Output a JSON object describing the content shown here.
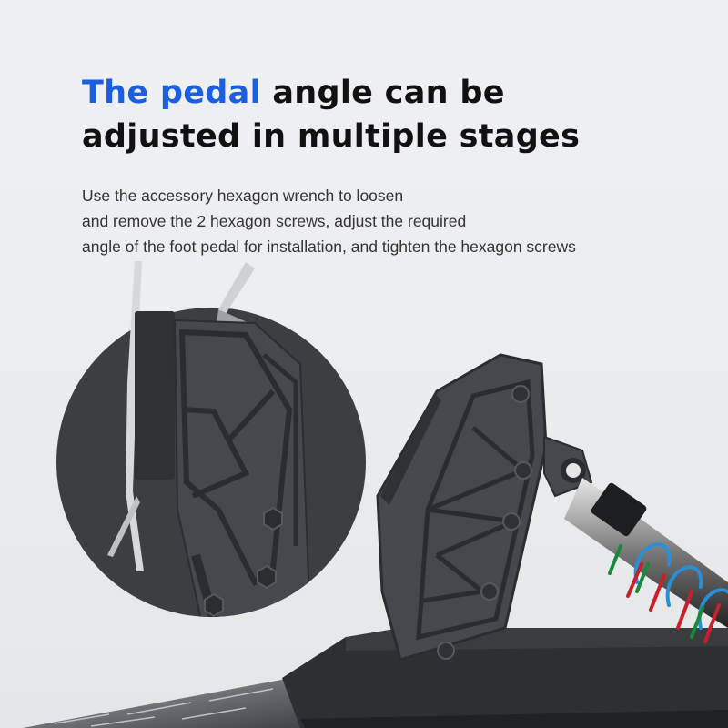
{
  "headline": {
    "accent": "The pedal",
    "rest_line1": " angle can be",
    "line2": "adjusted in multiple stages"
  },
  "description": {
    "lines": [
      "Use the accessory hexagon wrench to loosen",
      "and remove the 2 hexagon screws, adjust the required",
      "angle of the foot pedal for installation, and tighten the hexagon screws"
    ]
  },
  "colors": {
    "accent": "#1a5fe0",
    "text": "#111111",
    "pedal_body": "#3a3d40",
    "spring_blue": "#2a8fd8",
    "spring_red": "#c8202a",
    "spring_green": "#1a8a3a"
  },
  "illustration": {
    "left": "pedal-detail-zoom-circle",
    "right": "pedal-with-spring-damper"
  }
}
